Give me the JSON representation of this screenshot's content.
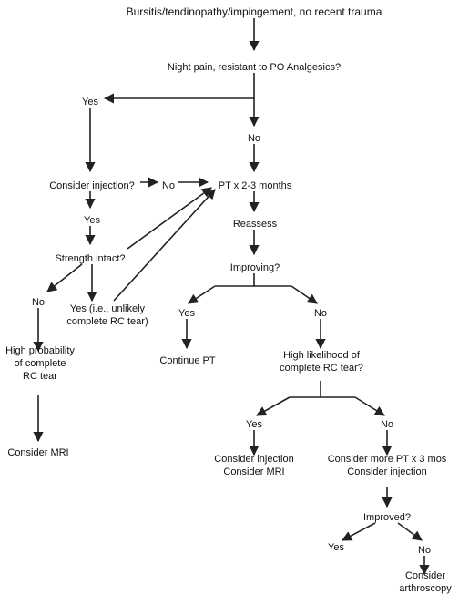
{
  "flowchart": {
    "nodes": {
      "start": [
        "Bursitis/tendinopathy/impingement, no recent trauma"
      ],
      "night_pain": [
        "Night pain, resistant to PO Analgesics?"
      ],
      "yes_top": [
        "Yes"
      ],
      "no_top": [
        "No"
      ],
      "consider_injection_q": [
        "Consider injection?"
      ],
      "no_injection": [
        "No"
      ],
      "pt_2_3": [
        "PT x 2-3 months"
      ],
      "yes_injection": [
        "Yes"
      ],
      "reassess": [
        "Reassess"
      ],
      "strength_intact": [
        "Strength intact?"
      ],
      "improving": [
        "Improving?"
      ],
      "no_strength": [
        "No"
      ],
      "yes_strength": [
        "Yes (i.e., unlikely",
        "complete RC tear)"
      ],
      "yes_improving": [
        "Yes"
      ],
      "no_improving": [
        "No"
      ],
      "continue_pt": [
        "Continue PT"
      ],
      "high_prob": [
        "High probability",
        "of complete",
        "RC tear"
      ],
      "high_likelihood": [
        "High likelihood of",
        "complete RC tear?"
      ],
      "consider_mri_left": [
        "Consider MRI"
      ],
      "yes_likelihood": [
        "Yes"
      ],
      "no_likelihood": [
        "No"
      ],
      "consider_inj_mri": [
        "Consider injection",
        "Consider MRI"
      ],
      "consider_more_pt": [
        "Consider more PT x 3 mos",
        "Consider injection"
      ],
      "improved_q": [
        "Improved?"
      ],
      "yes_improved": [
        "Yes"
      ],
      "no_improved": [
        "No"
      ],
      "consider_arthro": [
        "Consider",
        "arthroscopy"
      ]
    },
    "edges": [
      [
        "start",
        "night_pain"
      ],
      [
        "night_pain",
        "yes_top"
      ],
      [
        "night_pain",
        "no_top"
      ],
      [
        "yes_top",
        "consider_injection_q"
      ],
      [
        "consider_injection_q",
        "no_injection"
      ],
      [
        "no_injection",
        "pt_2_3"
      ],
      [
        "no_top",
        "pt_2_3"
      ],
      [
        "consider_injection_q",
        "yes_injection"
      ],
      [
        "yes_injection",
        "strength_intact"
      ],
      [
        "strength_intact",
        "pt_2_3"
      ],
      [
        "yes_strength",
        "pt_2_3"
      ],
      [
        "strength_intact",
        "no_strength"
      ],
      [
        "strength_intact",
        "yes_strength"
      ],
      [
        "no_strength",
        "high_prob"
      ],
      [
        "high_prob",
        "consider_mri_left"
      ],
      [
        "pt_2_3",
        "reassess"
      ],
      [
        "reassess",
        "improving"
      ],
      [
        "improving",
        "yes_improving"
      ],
      [
        "improving",
        "no_improving"
      ],
      [
        "yes_improving",
        "continue_pt"
      ],
      [
        "no_improving",
        "high_likelihood"
      ],
      [
        "high_likelihood",
        "yes_likelihood"
      ],
      [
        "high_likelihood",
        "no_likelihood"
      ],
      [
        "yes_likelihood",
        "consider_inj_mri"
      ],
      [
        "no_likelihood",
        "consider_more_pt"
      ],
      [
        "consider_more_pt",
        "improved_q"
      ],
      [
        "improved_q",
        "yes_improved"
      ],
      [
        "improved_q",
        "no_improved"
      ],
      [
        "no_improved",
        "consider_arthro"
      ]
    ]
  }
}
